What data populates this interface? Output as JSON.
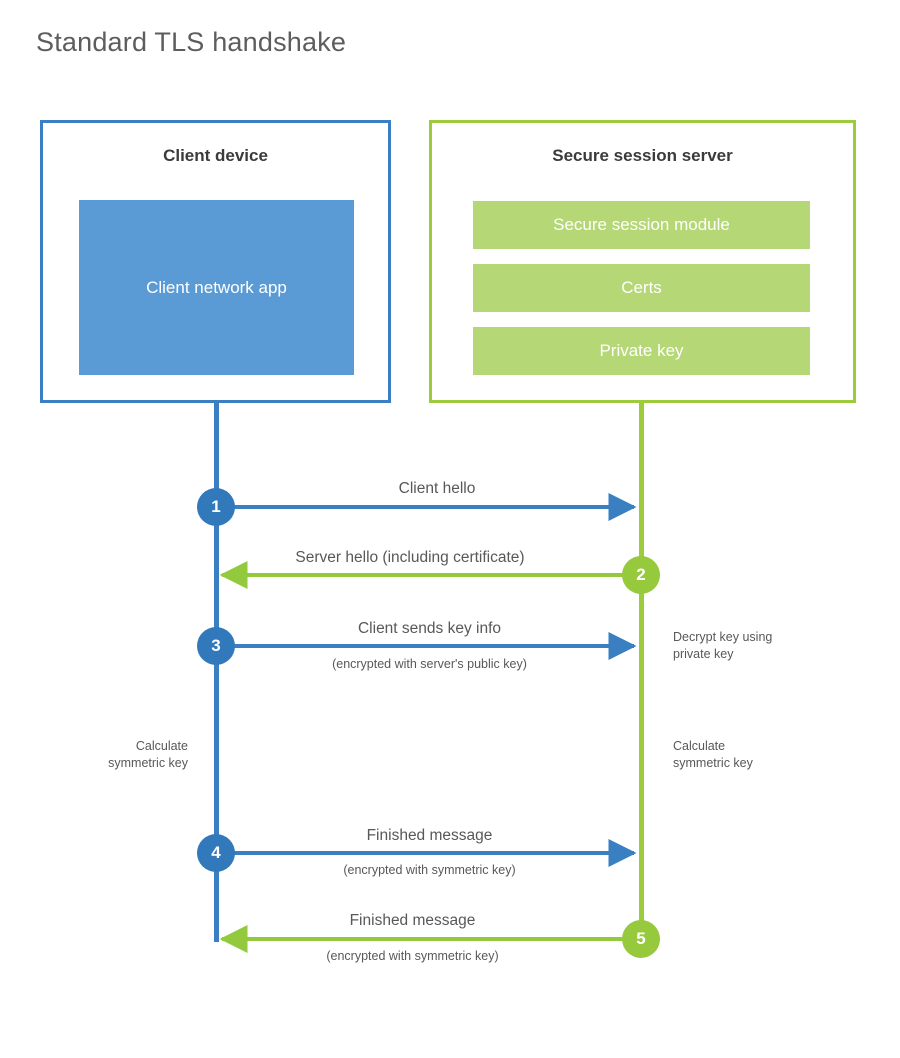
{
  "title": "Standard TLS handshake",
  "colors": {
    "client_blue": "#3a7fc1",
    "client_badge_blue": "#3279bc",
    "client_app_fill": "#5b9bd5",
    "server_green": "#9ccb3b",
    "server_badge_green": "#97c93d",
    "server_bar_fill": "#b5d775",
    "text_gray": "#58585a",
    "heading_gray": "#3b3b3d",
    "background": "#ffffff"
  },
  "client": {
    "title": "Client device",
    "app_label": "Client network\napp"
  },
  "server": {
    "title": "Secure session server",
    "components": [
      {
        "label": "Secure session module"
      },
      {
        "label": "Certs"
      },
      {
        "label": "Private key"
      }
    ]
  },
  "steps": [
    {
      "number": "1",
      "side": "client",
      "direction": "right",
      "primary": "Client hello",
      "secondary": ""
    },
    {
      "number": "2",
      "side": "server",
      "direction": "left",
      "primary": "Server hello (including certificate)",
      "secondary": ""
    },
    {
      "number": "3",
      "side": "client",
      "direction": "right",
      "primary": "Client sends key info",
      "secondary": "(encrypted with server's public key)"
    },
    {
      "number": "4",
      "side": "client",
      "direction": "right",
      "primary": "Finished message",
      "secondary": "(encrypted with symmetric key)"
    },
    {
      "number": "5",
      "side": "server",
      "direction": "left",
      "primary": "Finished message",
      "secondary": "(encrypted with symmetric key)"
    }
  ],
  "annotations": {
    "decrypt_key": "Decrypt key using\nprivate key",
    "calc_key_client": "Calculate\nsymmetric key",
    "calc_key_server": "Calculate\nsymmetric key"
  }
}
